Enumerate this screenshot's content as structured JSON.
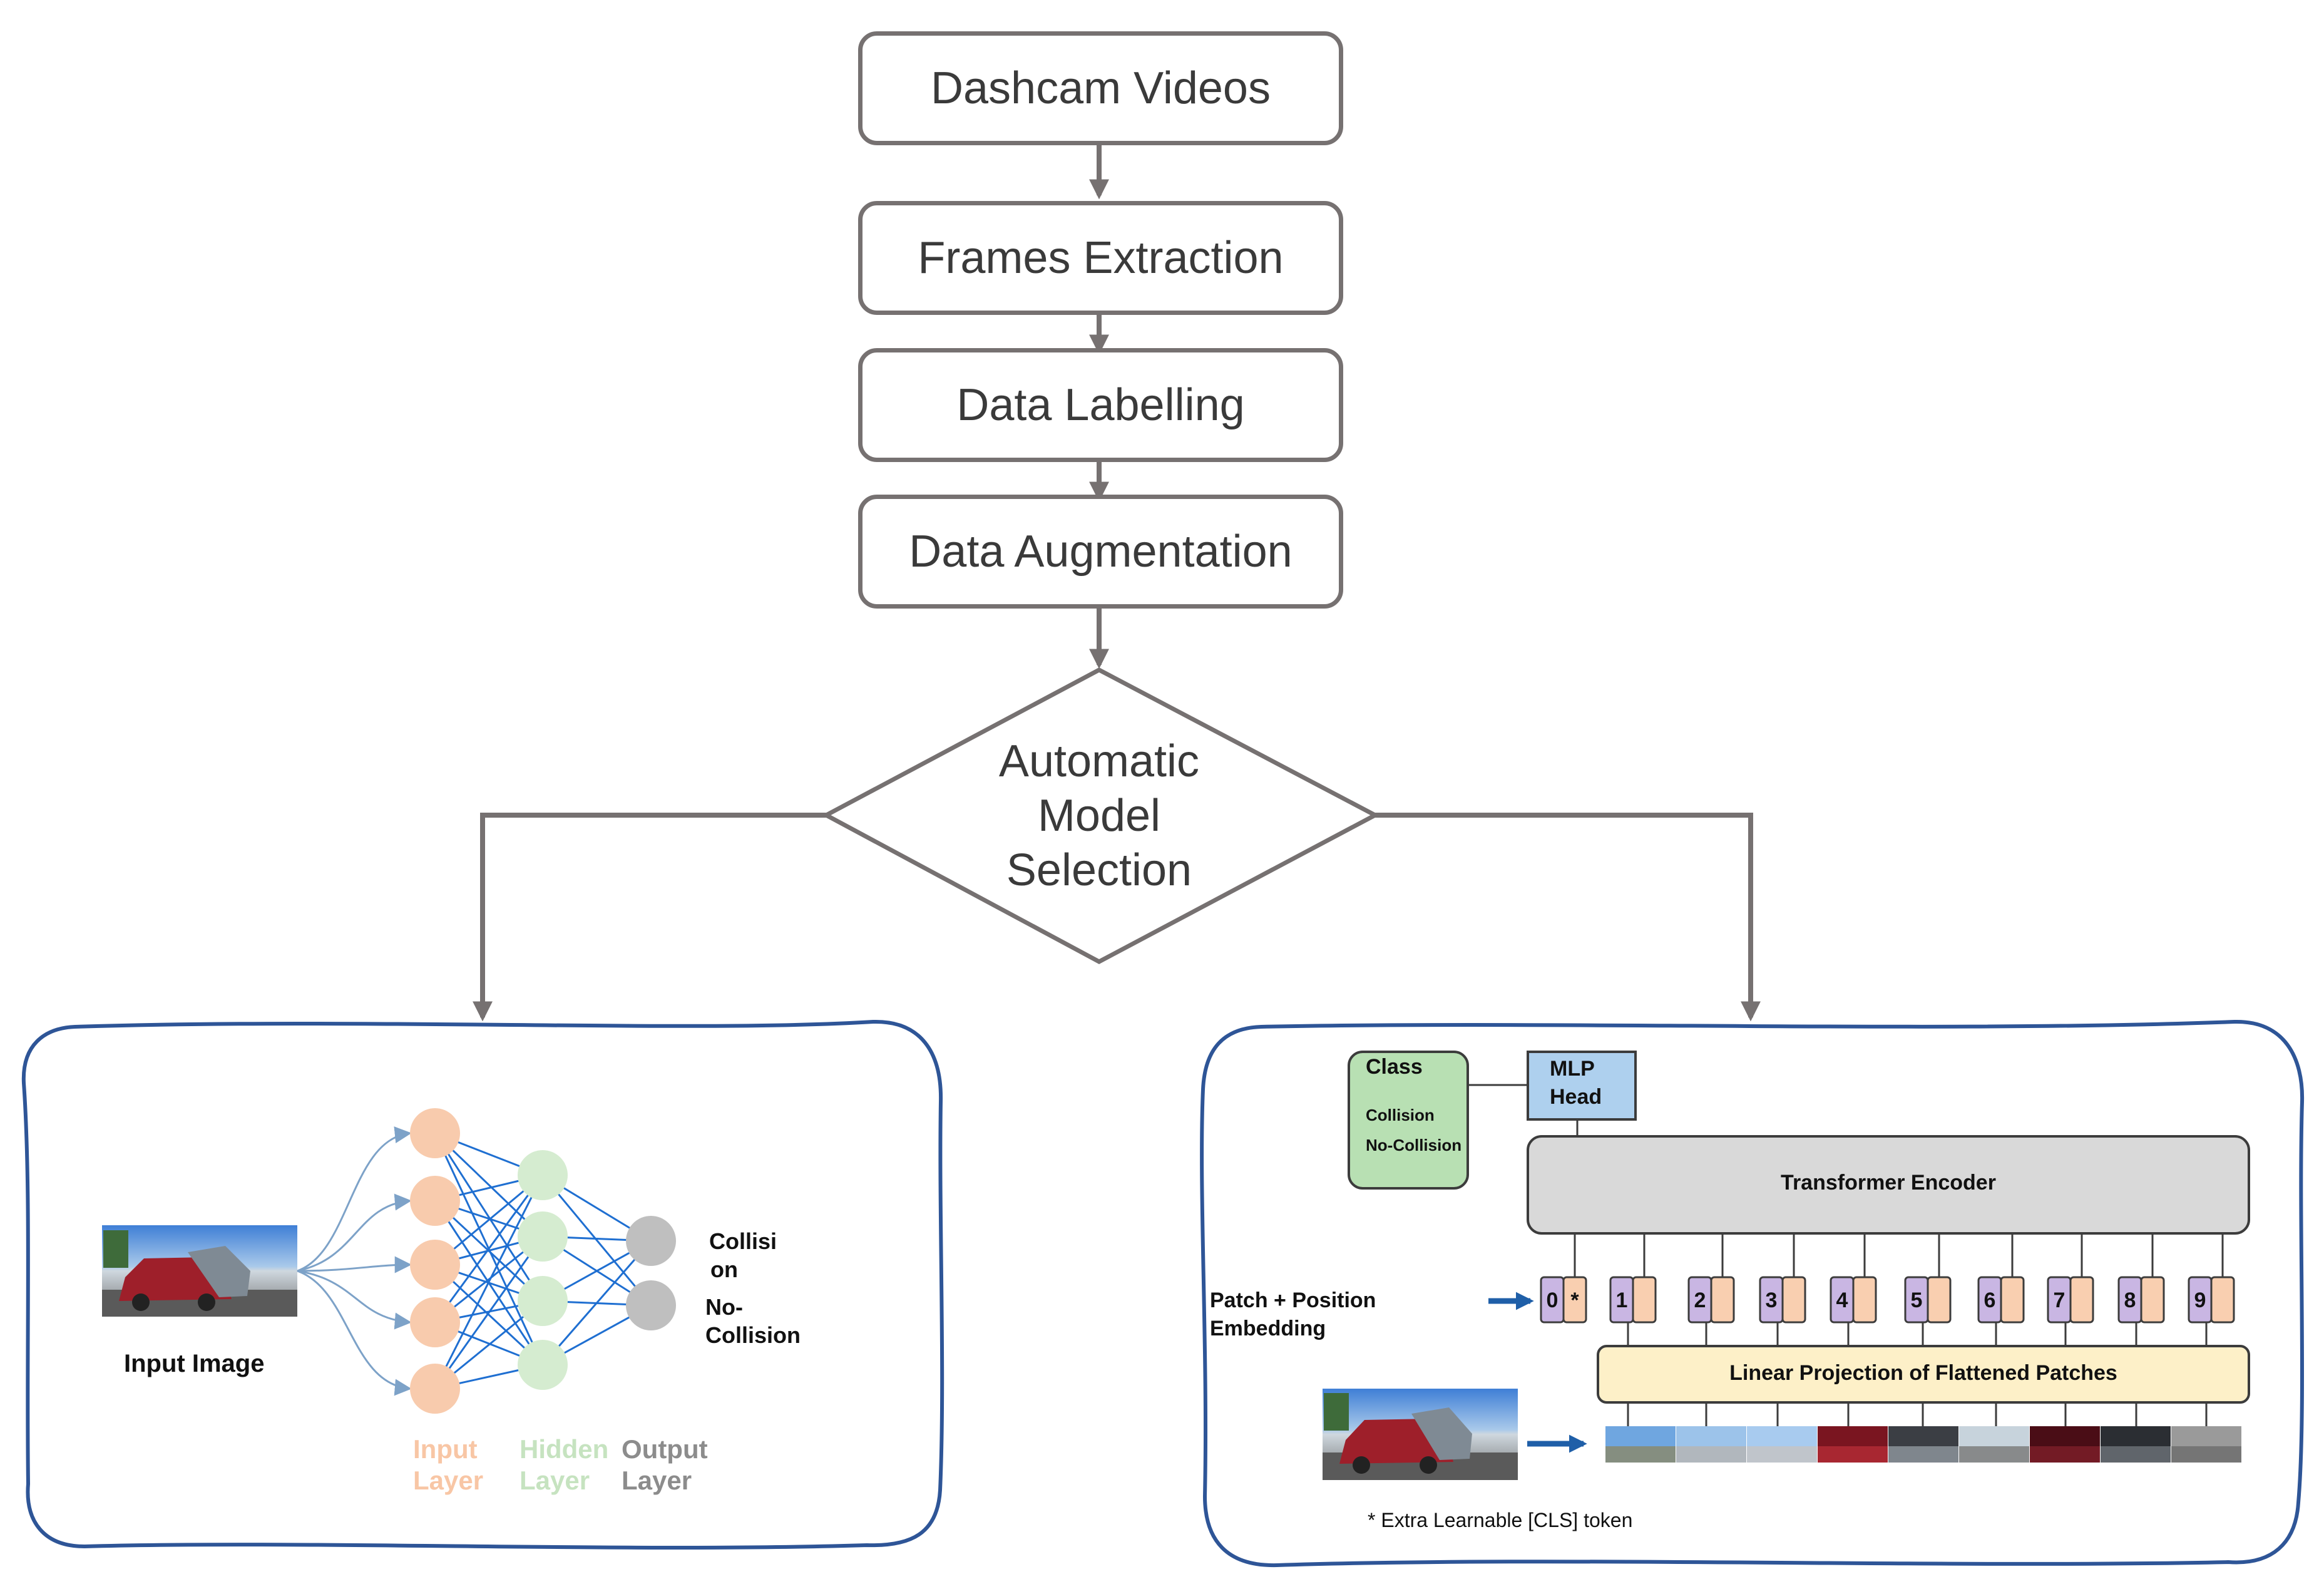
{
  "flowchart": {
    "steps": [
      "Dashcam Videos",
      "Frames Extraction",
      "Data Labelling",
      "Data Augmentation"
    ],
    "decision_lines": [
      "Automatic",
      "Model",
      "Selection"
    ]
  },
  "cnn_panel": {
    "input_label": "Input Image",
    "input_layer_lines": [
      "Input",
      "Layer"
    ],
    "hidden_layer_lines": [
      "Hidden",
      "Layer"
    ],
    "output_layer_lines": [
      "Output",
      "Layer"
    ],
    "output_1_lines": [
      "Collisi",
      "on"
    ],
    "output_2_lines": [
      "No-",
      "Collision"
    ]
  },
  "vit_panel": {
    "class_title": "Class",
    "class_items": [
      "Collision",
      "No-Collision"
    ],
    "mlp_lines": [
      "MLP",
      "Head"
    ],
    "encoder_label": "Transformer Encoder",
    "embedding_lines": [
      "Patch + Position",
      "Embedding"
    ],
    "projection_label": "Linear Projection of Flattened Patches",
    "tokens": [
      "0",
      "1",
      "2",
      "3",
      "4",
      "5",
      "6",
      "7",
      "8",
      "9"
    ],
    "cls_marker": "*",
    "footnote": "* Extra Learnable [CLS] token"
  },
  "colors": {
    "arrow_gray": "#767171",
    "panel_border": "#2e5597",
    "input_node": "#f8cbad",
    "hidden_node": "#d5ecd0",
    "output_node": "#bfbfbf",
    "cnn_edge": "#1f6fd1",
    "class_box": "#b8e0b3",
    "mlp_box": "#aed0ee",
    "encoder_box": "#d9d9d9",
    "projection_box": "#fdf0c8",
    "token_purple": "#c9b6e3",
    "token_peach": "#f9cfb0"
  }
}
